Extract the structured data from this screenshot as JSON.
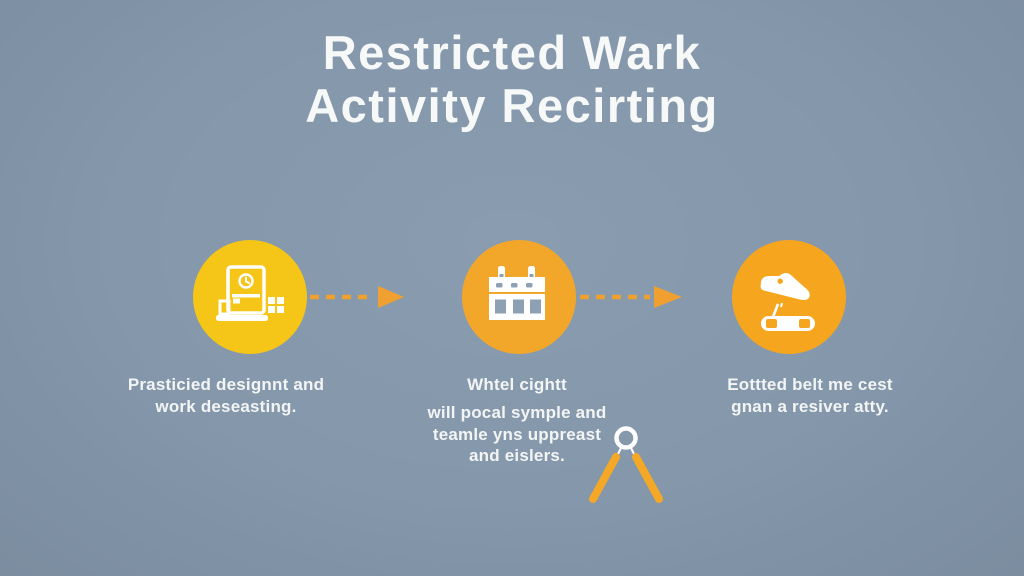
{
  "title": {
    "line1": "Restricted Wark",
    "line2": "Activity Recirting"
  },
  "steps": [
    {
      "icon": "document-clock-icon",
      "circle_color": "#F5C517",
      "caption_lines": [
        "Prasticied designnt and",
        "work deseasting."
      ]
    },
    {
      "icon": "calendar-icon",
      "circle_color": "#F2A72B",
      "heading": "Whtel cightt",
      "caption_lines": [
        "will pocal symple and",
        "teamle yns uppreast",
        "and eislers."
      ]
    },
    {
      "icon": "sneaker-skateboard-icon",
      "circle_color": "#F5A61E",
      "caption_lines": [
        "Eottted belt me cest",
        "gnan a resiver atty."
      ]
    }
  ],
  "colors": {
    "background": "#8497AB",
    "title_text": "#F7F9F8",
    "caption_text": "#F3F5F4",
    "arrow": "#F0A030",
    "compass_leg": "#F5A825",
    "icon_detail": "#8DA0B4"
  }
}
